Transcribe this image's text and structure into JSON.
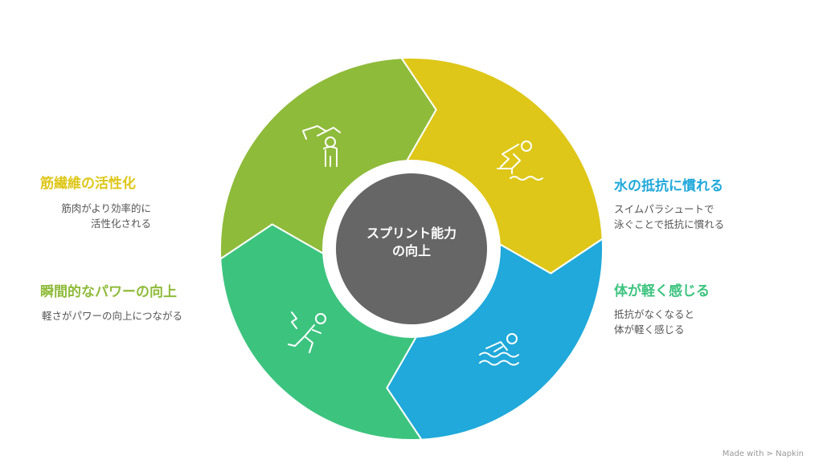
{
  "center": {
    "line1": "スプリント能力",
    "line2": "の向上",
    "color": "#666666"
  },
  "segments": [
    {
      "id": "fiber",
      "title": "筋繊維の活性化",
      "desc1": "筋肉がより効率的に",
      "desc2": "活性化される",
      "color": "#DEC718",
      "icon": "lifting-person-icon"
    },
    {
      "id": "water",
      "title": "水の抵抗に慣れる",
      "desc1": "スイムパラシュートで",
      "desc2": "泳ぐことで抵抗に慣れる",
      "color": "#20A9DA",
      "icon": "diving-swimmer-icon"
    },
    {
      "id": "light",
      "title": "体が軽く感じる",
      "desc1": "抵抗がなくなると",
      "desc2": "体が軽く感じる",
      "color": "#3CC47F",
      "icon": "swimmer-icon"
    },
    {
      "id": "power",
      "title": "瞬間的なパワーの向上",
      "desc1": "軽さがパワーの向上につながる",
      "color": "#8FBB3A",
      "icon": "falling-person-icon"
    }
  ],
  "footer": {
    "text": "Made with ⋗ Napkin"
  }
}
